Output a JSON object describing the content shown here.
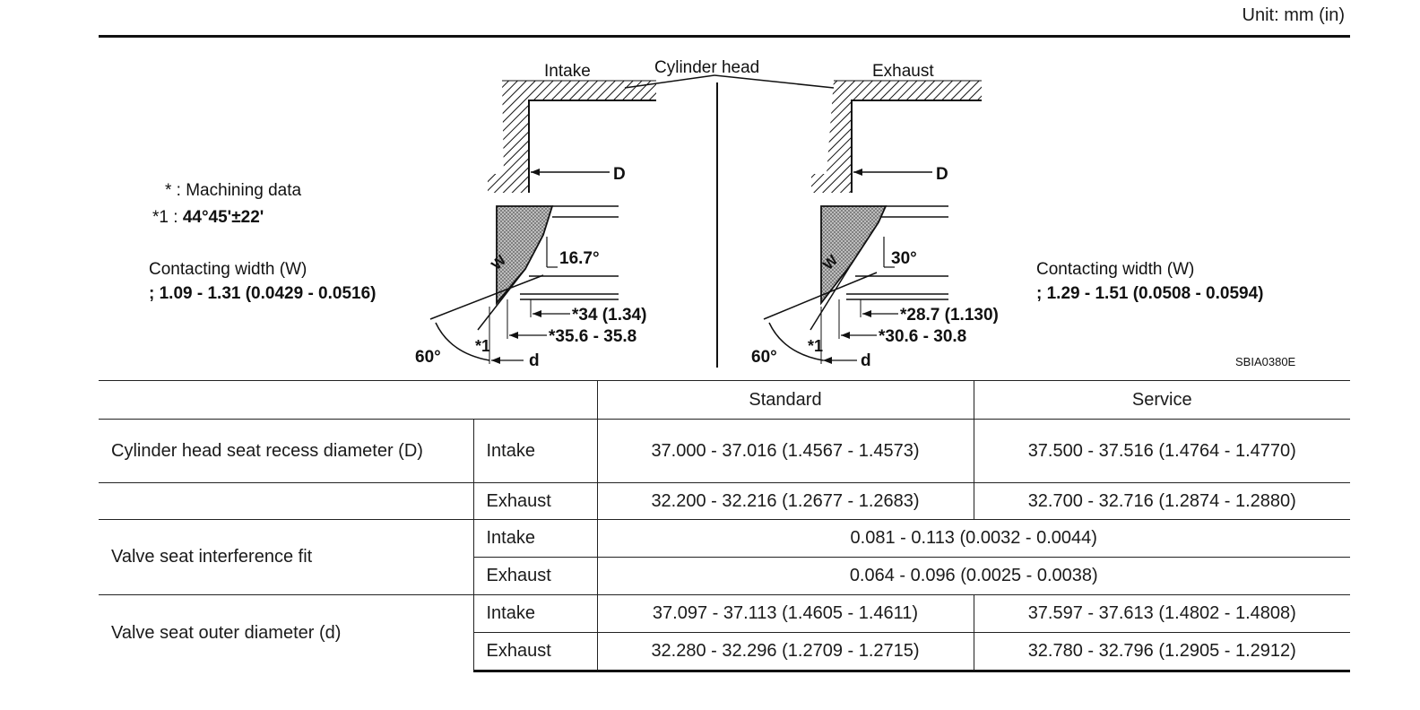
{
  "unit_label": "Unit: mm (in)",
  "diagram": {
    "label_intake": "Intake",
    "label_cylinder_head": "Cylinder head",
    "label_exhaust": "Exhaust",
    "label_d_upper": "D",
    "label_w": "W",
    "label_d_lower": "d",
    "machining_note": "* : Machining data",
    "note_1_prefix": "*1 : ",
    "note_1_value": "44°45'±22'",
    "intake_contact_label": "Contacting width (W)",
    "intake_contact_value": "; 1.09 - 1.31 (0.0429 - 0.0516)",
    "exhaust_contact_label": "Contacting width (W)",
    "exhaust_contact_value": "; 1.29 - 1.51 (0.0508 - 0.0594)",
    "intake_angle": "16.7°",
    "exhaust_angle": "30°",
    "intake_dim_a": "*34 (1.34)",
    "intake_dim_b": "*35.6 - 35.8",
    "exhaust_dim_a": "*28.7 (1.130)",
    "exhaust_dim_b": "*30.6 - 30.8",
    "angle_60": "60°",
    "star_1": "*1",
    "figure_code": "SBIA0380E"
  },
  "table": {
    "headers": [
      "Standard",
      "Service"
    ],
    "rows": [
      {
        "label": "Cylinder head seat recess diameter (D)",
        "sub": "Intake",
        "standard": "37.000 - 37.016 (1.4567 - 1.4573)",
        "service": "37.500 - 37.516 (1.4764 - 1.4770)"
      },
      {
        "label": "",
        "sub": "Exhaust",
        "standard": "32.200 - 32.216 (1.2677 - 1.2683)",
        "service": "32.700 - 32.716 (1.2874 - 1.2880)"
      },
      {
        "label": "Valve seat interference fit",
        "sub": "Intake",
        "value": "0.081 - 0.113 (0.0032 - 0.0044)"
      },
      {
        "sub": "Exhaust",
        "value": "0.064 - 0.096 (0.0025 - 0.0038)"
      },
      {
        "label": "Valve seat outer diameter (d)",
        "sub": "Intake",
        "standard": "37.097 - 37.113 (1.4605 - 1.4611)",
        "service": "37.597 - 37.613 (1.4802 - 1.4808)"
      },
      {
        "sub": "Exhaust",
        "standard": "32.280 - 32.296 (1.2709 - 1.2715)",
        "service": "32.780 - 32.796 (1.2905 - 1.2912)"
      }
    ]
  }
}
